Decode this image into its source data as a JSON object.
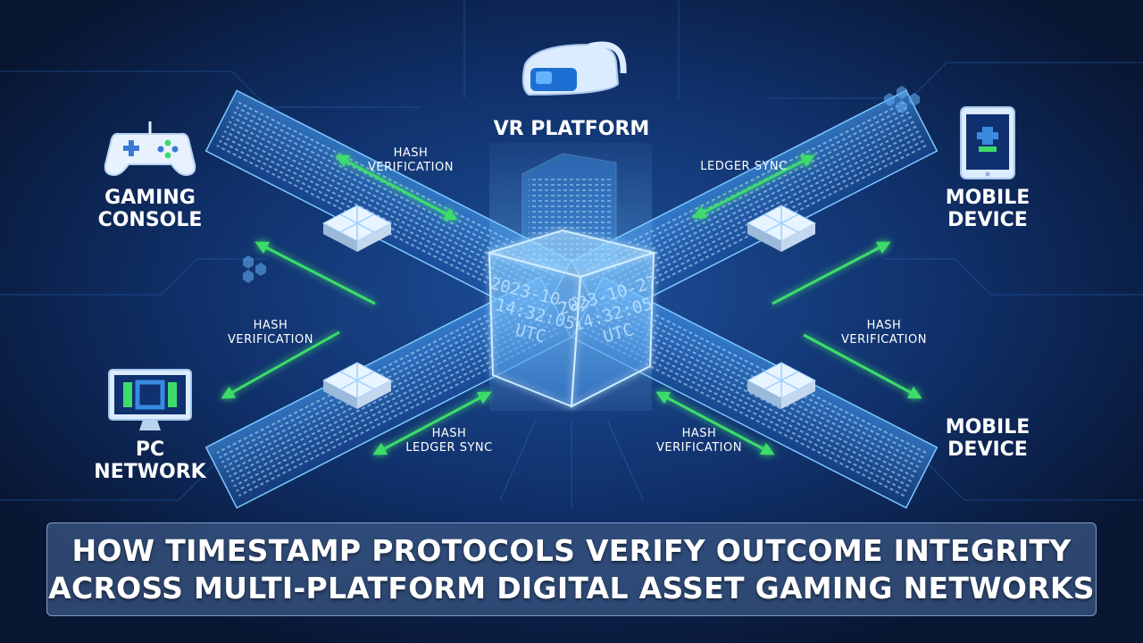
{
  "platforms": {
    "vr": "VR PLATFORM",
    "console_line1": "GAMING",
    "console_line2": "CONSOLE",
    "mobile_top_line1": "MOBILE",
    "mobile_top_line2": "DEVICE",
    "pc_line1": "PC",
    "pc_line2": "NETWORK",
    "mobile_bottom_line1": "MOBILE",
    "mobile_bottom_line2": "DEVICE"
  },
  "flows": {
    "top_left_line1": "HASH",
    "top_left_line2": "VERIFICATION",
    "top_right": "LEDGER SYNC",
    "mid_left_line1": "HASH",
    "mid_left_line2": "VERIFICATION",
    "mid_right_line1": "HASH",
    "mid_right_line2": "VERIFICATION",
    "bottom_left_line1": "HASH",
    "bottom_left_line2": "LEDGER SYNC",
    "bottom_right_line1": "HASH",
    "bottom_right_line2": "VERIFICATION"
  },
  "timestamp": {
    "date": "2023-10-27",
    "time": "14:32:05",
    "zone": "UTC"
  },
  "title": {
    "line1": "HOW TIMESTAMP PROTOCOLS VERIFY OUTCOME INTEGRITY",
    "line2": "ACROSS MULTI-PLATFORM DIGITAL ASSET GAMING NETWORKS"
  },
  "colors": {
    "background": "#0a1a3c",
    "arrow": "#3ddc6a",
    "panel": "#2f7fd6",
    "glow": "#5fb8ff"
  }
}
